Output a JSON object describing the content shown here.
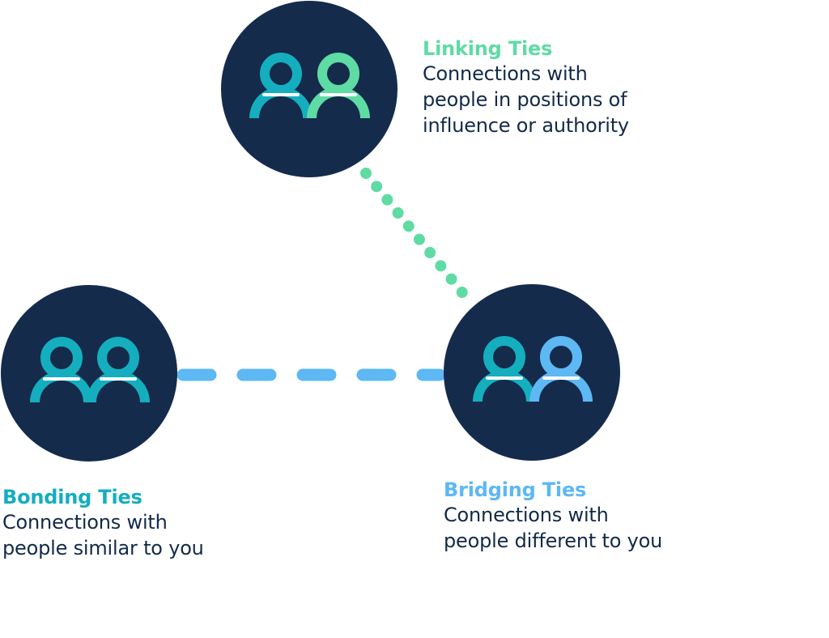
{
  "colors": {
    "navy": "#142b4c",
    "teal": "#14aebf",
    "green": "#5fdba4",
    "blue": "#5db8f4",
    "text": "#122a4a"
  },
  "nodes": {
    "linking": {
      "title": "Linking Ties",
      "description": "Connections with\npeople in positions of\ninfluence or authority",
      "icon": "two-people-icon",
      "title_color": "#5fdba4"
    },
    "bonding": {
      "title": "Bonding Ties",
      "description": "Connections with\npeople similar to you",
      "icon": "two-people-icon",
      "title_color": "#14aebf"
    },
    "bridging": {
      "title": "Bridging Ties",
      "description": "Connections with\npeople different to you",
      "icon": "two-people-icon",
      "title_color": "#5db8f4"
    }
  },
  "connectors": {
    "linking_bridging": {
      "style": "dotted",
      "color": "#5fdba4"
    },
    "bonding_bridging": {
      "style": "dashed",
      "color": "#5db8f4"
    }
  }
}
